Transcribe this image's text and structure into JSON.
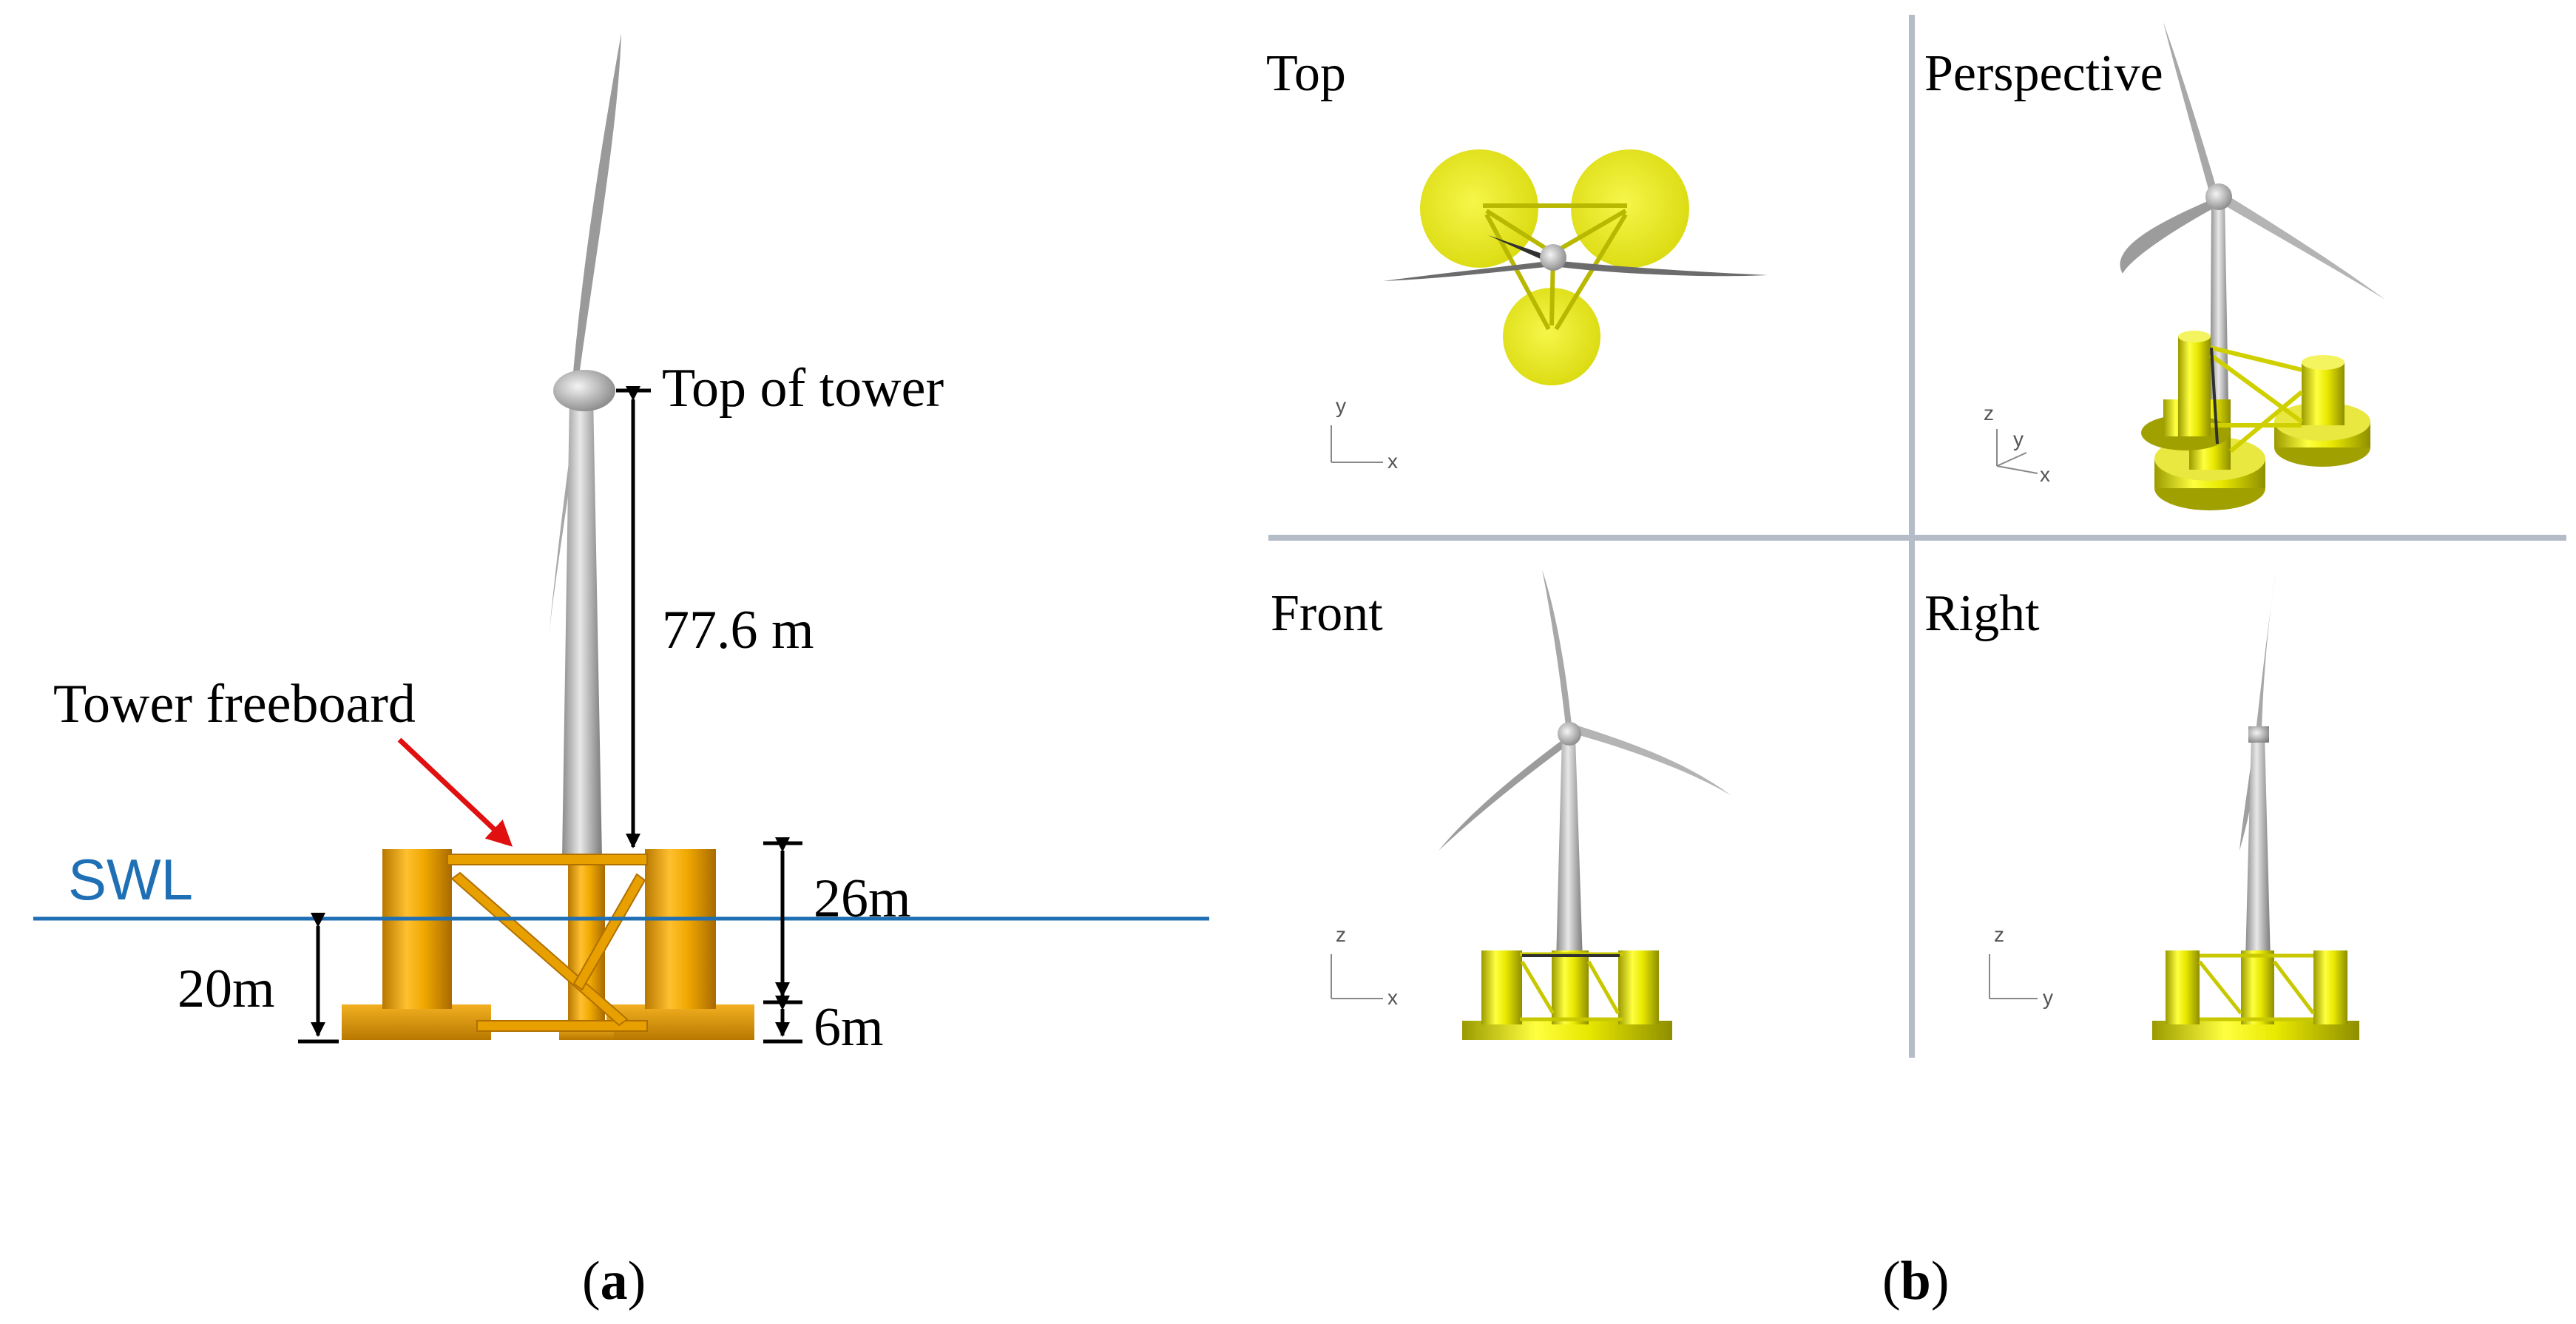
{
  "panel_a": {
    "top_of_tower": "Top of tower",
    "tower_height": "77.6 m",
    "tower_freeboard": "Tower freeboard",
    "swl": "SWL",
    "draft": "20m",
    "column_height": "26m",
    "heave_plate": "6m",
    "caption_open": "(",
    "caption_letter": "a",
    "caption_close": ")"
  },
  "panel_b": {
    "viewports": [
      {
        "title": "Top",
        "axes": [
          "y",
          "x"
        ]
      },
      {
        "title": "Perspective",
        "axes": [
          "z",
          "y",
          "x"
        ]
      },
      {
        "title": "Front",
        "axes": [
          "z",
          "x"
        ]
      },
      {
        "title": "Right",
        "axes": [
          "z",
          "y"
        ]
      }
    ],
    "caption_open": "(",
    "caption_letter": "b",
    "caption_close": ")"
  },
  "colors": {
    "platform_orange": "#E8A000",
    "platform_yellow": "#E8E800",
    "swl_blue": "#1F6FB5",
    "arrow_red": "#E01010",
    "tower_grey": "#B8B8B8",
    "divider": "#B4BCC8"
  }
}
